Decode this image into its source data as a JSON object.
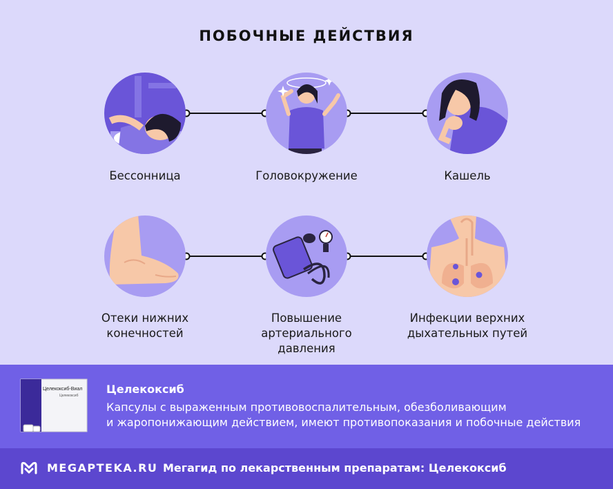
{
  "heading": "ПОБОЧНЫЕ ДЕЙСТВИЯ",
  "effects": [
    {
      "label": "Бессонница",
      "icon": "insomnia-icon"
    },
    {
      "label": "Головокружение",
      "icon": "dizziness-icon"
    },
    {
      "label": "Кашель",
      "icon": "cough-icon"
    },
    {
      "label_line1": "Отеки нижних",
      "label_line2": "конечностей",
      "icon": "swollen-foot-icon"
    },
    {
      "label_line1": "Повышение",
      "label_line2": "артериального давления",
      "icon": "blood-pressure-icon"
    },
    {
      "label_line1": "Инфекции верхних",
      "label_line2": "дыхательных путей",
      "icon": "lungs-infection-icon"
    }
  ],
  "drug": {
    "name": "Целекоксиб",
    "description_line1": "Капсулы с выраженным противовоспалительным, обезболивающим",
    "description_line2": "и жаропонижающим действием, имеют противопоказания и побочные действия",
    "pack_text": "Целекоксиб-Виал",
    "pack_subtext": "Целекоксиб"
  },
  "footer": {
    "brand": "MEGAPTEKA.RU",
    "tagline": "Мегагид по лекарственным препаратам: Целекоксиб"
  },
  "colors": {
    "background": "#dcd9fb",
    "circle": "#a89cf2",
    "accent": "#6a55d8",
    "band": "#7060e6",
    "footer": "#5c47cf"
  }
}
